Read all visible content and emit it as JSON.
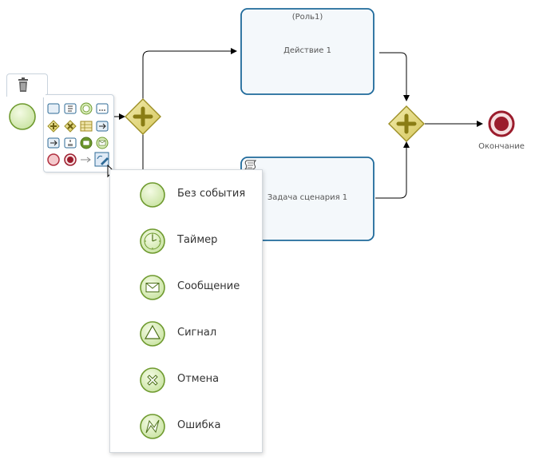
{
  "diagram": {
    "task_top": {
      "lane": "(Роль1)",
      "name": "Действие 1"
    },
    "task_script": {
      "name": "Задача сценария 1"
    },
    "end_event": {
      "name": "Окончание"
    }
  },
  "context_pad": {
    "tools": [
      "task-tool",
      "script-task-tool",
      "timer-event-tool",
      "more-tasks-tool",
      "parallel-gateway-tool",
      "exclusive-gateway-tool",
      "table-tool",
      "sequence-tool",
      "connector-tool",
      "subprocess-tool",
      "message-event-tool",
      "message-catch-tool",
      "end-event-tool",
      "terminate-event-tool",
      "arrow-connector-tool",
      "change-type-tool"
    ]
  },
  "event_type_menu": {
    "items": [
      {
        "label": "Без события",
        "icon": "none-event-icon"
      },
      {
        "label": "Таймер",
        "icon": "timer-event-icon"
      },
      {
        "label": "Сообщение",
        "icon": "message-event-icon"
      },
      {
        "label": "Сигнал",
        "icon": "signal-event-icon"
      },
      {
        "label": "Отмена",
        "icon": "cancel-event-icon"
      },
      {
        "label": "Ошибка",
        "icon": "error-event-icon"
      }
    ]
  },
  "colors": {
    "task_border": "#1f6a9b",
    "task_fill": "#f4f8fb",
    "event_green": "#6e9a2e",
    "gateway_gold": "#b5a52e",
    "end_red": "#9b1c2c"
  }
}
